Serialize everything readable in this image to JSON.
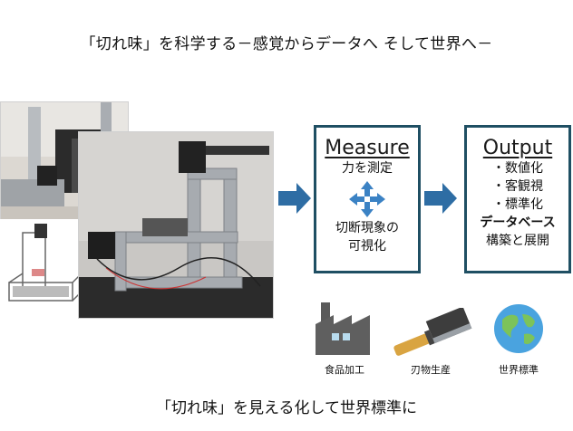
{
  "title": "「切れ味」を科学する－感覚からデータへ そして世界へ－",
  "caption": "「切れ味」を見える化して世界標準に",
  "measure": {
    "heading": "Measure",
    "line1": "力を測定",
    "line2": "切断現象の",
    "line3": "可視化"
  },
  "output": {
    "heading": "Output",
    "items": [
      "・数値化",
      "・客観視",
      "・標準化"
    ],
    "line4": "データベース",
    "line5": "構築と展開"
  },
  "icons": [
    {
      "name": "factory-icon",
      "label": "食品加工"
    },
    {
      "name": "knife-icon",
      "label": "刃物生産"
    },
    {
      "name": "globe-icon",
      "label": "世界標準"
    }
  ],
  "colors": {
    "panel_border": "#1f4f63",
    "arrow": "#2e6da4",
    "cross_arrows": "#3b82c4"
  }
}
